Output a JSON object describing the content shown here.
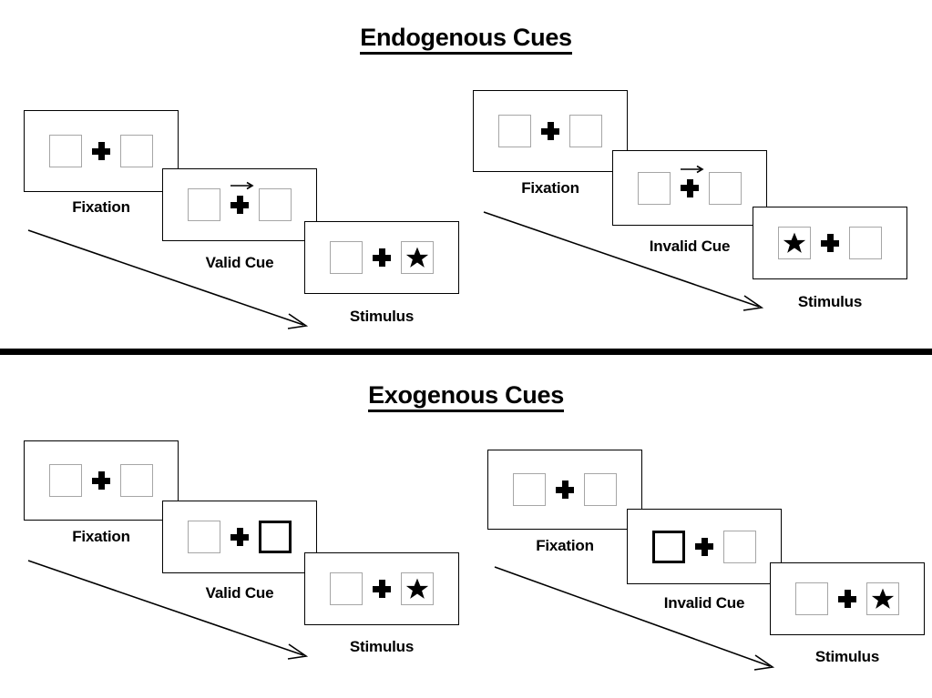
{
  "page": {
    "background": "#ffffff",
    "box_border_color": "#a6a6a6",
    "cued_box_border_color": "#000000",
    "frame_border_color": "#000000",
    "target_color": "#000000"
  },
  "sections": [
    {
      "id": "endogenous",
      "title": "Endogenous Cues",
      "columns": [
        {
          "id": "endogenous-valid",
          "panels": [
            {
              "id": "endo-valid-fixation",
              "label": "Fixation",
              "left_box": {
                "cued": false,
                "target": "none"
              },
              "right_box": {
                "cued": false,
                "target": "none"
              },
              "cue_arrow": "none"
            },
            {
              "id": "endo-valid-cue",
              "label": "Valid Cue",
              "left_box": {
                "cued": false,
                "target": "none"
              },
              "right_box": {
                "cued": false,
                "target": "none"
              },
              "cue_arrow": "right"
            },
            {
              "id": "endo-valid-stimulus",
              "label": "Stimulus",
              "left_box": {
                "cued": false,
                "target": "none"
              },
              "right_box": {
                "cued": false,
                "target": "star"
              },
              "cue_arrow": "none"
            }
          ]
        },
        {
          "id": "endogenous-invalid",
          "panels": [
            {
              "id": "endo-invalid-fixation",
              "label": "Fixation",
              "left_box": {
                "cued": false,
                "target": "none"
              },
              "right_box": {
                "cued": false,
                "target": "none"
              },
              "cue_arrow": "none"
            },
            {
              "id": "endo-invalid-cue",
              "label": "Invalid Cue",
              "left_box": {
                "cued": false,
                "target": "none"
              },
              "right_box": {
                "cued": false,
                "target": "none"
              },
              "cue_arrow": "right"
            },
            {
              "id": "endo-invalid-stimulus",
              "label": "Stimulus",
              "left_box": {
                "cued": false,
                "target": "star"
              },
              "right_box": {
                "cued": false,
                "target": "none"
              },
              "cue_arrow": "none"
            }
          ]
        }
      ]
    },
    {
      "id": "exogenous",
      "title": "Exogenous Cues",
      "columns": [
        {
          "id": "exogenous-valid",
          "panels": [
            {
              "id": "exo-valid-fixation",
              "label": "Fixation",
              "left_box": {
                "cued": false,
                "target": "none"
              },
              "right_box": {
                "cued": false,
                "target": "none"
              },
              "cue_arrow": "none"
            },
            {
              "id": "exo-valid-cue",
              "label": "Valid Cue",
              "left_box": {
                "cued": false,
                "target": "none"
              },
              "right_box": {
                "cued": true,
                "target": "none"
              },
              "cue_arrow": "none"
            },
            {
              "id": "exo-valid-stimulus",
              "label": "Stimulus",
              "left_box": {
                "cued": false,
                "target": "none"
              },
              "right_box": {
                "cued": false,
                "target": "star"
              },
              "cue_arrow": "none"
            }
          ]
        },
        {
          "id": "exogenous-invalid",
          "panels": [
            {
              "id": "exo-invalid-fixation",
              "label": "Fixation",
              "left_box": {
                "cued": false,
                "target": "none"
              },
              "right_box": {
                "cued": false,
                "target": "none"
              },
              "cue_arrow": "none"
            },
            {
              "id": "exo-invalid-cue",
              "label": "Invalid Cue",
              "left_box": {
                "cued": true,
                "target": "none"
              },
              "right_box": {
                "cued": false,
                "target": "none"
              },
              "cue_arrow": "none"
            },
            {
              "id": "exo-invalid-stimulus",
              "label": "Stimulus",
              "left_box": {
                "cued": false,
                "target": "none"
              },
              "right_box": {
                "cued": false,
                "target": "star"
              },
              "cue_arrow": "none"
            }
          ]
        }
      ]
    }
  ],
  "flow_arrows": [
    {
      "id": "endo-valid-time-arrow",
      "direction": "down-right"
    },
    {
      "id": "endo-invalid-time-arrow",
      "direction": "down-right"
    },
    {
      "id": "exo-valid-time-arrow",
      "direction": "down-right"
    },
    {
      "id": "exo-invalid-time-arrow",
      "direction": "down-right"
    }
  ]
}
